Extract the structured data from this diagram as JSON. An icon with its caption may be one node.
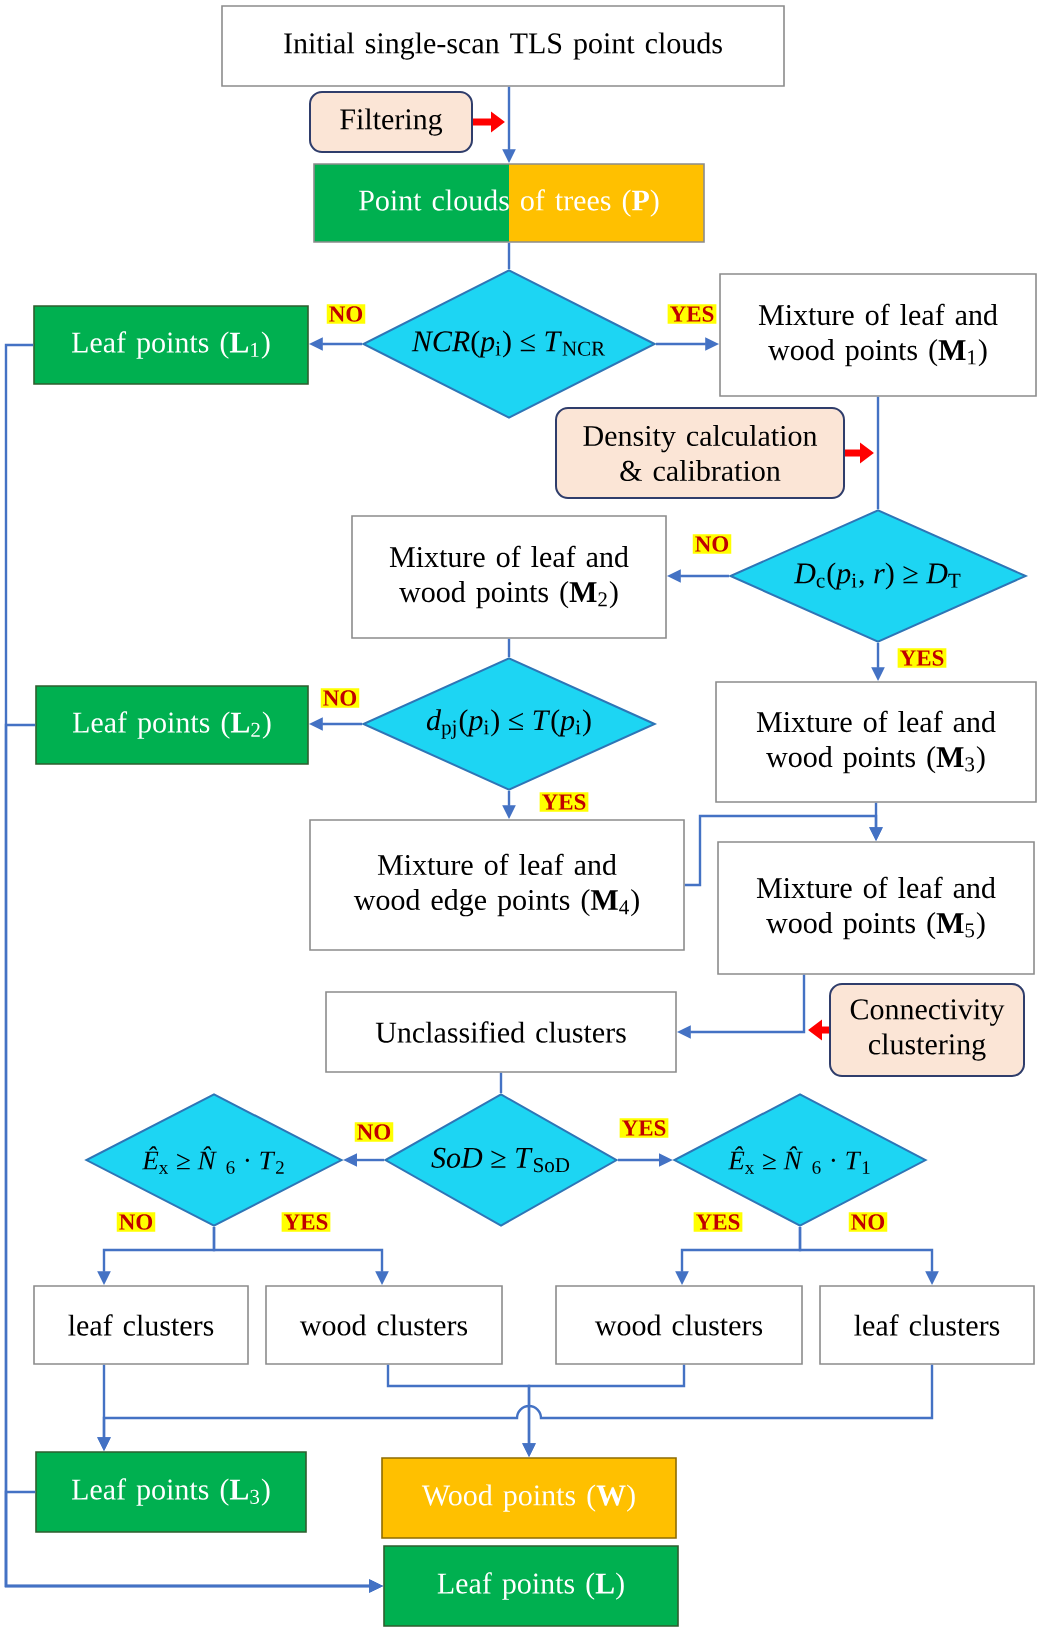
{
  "diagram": {
    "nodes": [
      {
        "text": [
          "Initial single-scan TLS point clouds"
        ]
      },
      {
        "text": [
          "Filtering"
        ]
      },
      {
        "text": [
          "Point clouds of trees (**P**)"
        ]
      },
      {
        "text": [
          "*NCR*(*p*$_{i}$) ≤ *T*$_{NCR}$"
        ]
      },
      {
        "text": [
          "Leaf points (**L**$_{1}$)"
        ]
      },
      {
        "text": [
          "Mixture of leaf and wood points (**M**$_{1}$)"
        ]
      },
      {
        "text": [
          "Density calculation & calibration"
        ]
      },
      {
        "text": [
          "*D*$_{c}$(*p*$_{i}$, *r*) ≥ *D*$_{T}$"
        ]
      },
      {
        "text": [
          "Mixture of leaf and wood points (**M**$_{2}$)"
        ]
      },
      {
        "text": [
          "Leaf points (**L**$_{2}$)"
        ]
      },
      {
        "text": [
          "*d*$_{pj}$(*p*$_{i}$) ≤ *T*(*p*$_{i}$)"
        ]
      },
      {
        "text": [
          "Mixture of leaf and wood points (**M**$_{3}$)"
        ]
      },
      {
        "text": [
          "Mixture of leaf and wood edge points (**M**$_{4}$)"
        ]
      },
      {
        "text": [
          "Mixture of leaf and wood points (**M**$_{5}$)"
        ]
      },
      {
        "text": [
          "Unclassified clusters"
        ]
      },
      {
        "text": [
          "Connectivity clustering"
        ]
      },
      {
        "text": [
          "*SoD* ≥ *T*$_{SoD}$"
        ]
      },
      {
        "text": [
          "*Ê*$_{x}$ ≥ *N̂*$_{6}$ · *T*$_{2}$"
        ]
      },
      {
        "text": [
          "*Ê*$_{x}$ ≥ *N̂*$_{6}$ · *T*$_{1}$"
        ]
      },
      {
        "text": [
          "leaf clusters"
        ]
      },
      {
        "text": [
          "wood clusters"
        ]
      },
      {
        "text": [
          "wood clusters"
        ]
      },
      {
        "text": [
          "leaf clusters"
        ]
      },
      {
        "text": [
          "Leaf points (**L**$_{3}$)"
        ]
      },
      {
        "text": [
          "Wood points (**W**)"
        ]
      },
      {
        "text": [
          "Leaf points (**L**)"
        ]
      }
    ],
    "edges": [
      {
        "from": 0,
        "to": 2,
        "arrow": "to"
      },
      {
        "from": 1,
        "to": null,
        "arrow": "to",
        "style": "thick",
        "color": "#ff0000"
      },
      {
        "from": 2,
        "to": 3,
        "arrow": "none"
      },
      {
        "from": 3,
        "to": 4,
        "arrow": "to",
        "label": "NO"
      },
      {
        "from": 3,
        "to": 5,
        "arrow": "to",
        "label": "YES"
      },
      {
        "from": 5,
        "to": 7,
        "arrow": "none"
      },
      {
        "from": 6,
        "to": null,
        "arrow": "to",
        "style": "thick",
        "color": "#ff0000"
      },
      {
        "from": 7,
        "to": 8,
        "arrow": "to",
        "label": "NO"
      },
      {
        "from": 7,
        "to": 11,
        "arrow": "to",
        "label": "YES"
      },
      {
        "from": 8,
        "to": 10,
        "arrow": "none"
      },
      {
        "from": 10,
        "to": 9,
        "arrow": "to",
        "label": "NO"
      },
      {
        "from": 10,
        "to": 12,
        "arrow": "to",
        "label": "YES"
      },
      {
        "from": 11,
        "to": 13,
        "arrow": "to"
      },
      {
        "from": 12,
        "to": 13,
        "arrow": "to"
      },
      {
        "from": 13,
        "to": 14,
        "arrow": "to"
      },
      {
        "from": 15,
        "to": null,
        "arrow": "to",
        "style": "thick",
        "color": "#ff0000"
      },
      {
        "from": 14,
        "to": 16,
        "arrow": "none"
      },
      {
        "from": 16,
        "to": 17,
        "arrow": "to",
        "label": "NO"
      },
      {
        "from": 16,
        "to": 18,
        "arrow": "to",
        "label": "YES"
      },
      {
        "from": 17,
        "to": 19,
        "arrow": "to",
        "label": "NO"
      },
      {
        "from": 17,
        "to": 20,
        "arrow": "to",
        "label": "YES"
      },
      {
        "from": 18,
        "to": 21,
        "arrow": "to",
        "label": "YES"
      },
      {
        "from": 18,
        "to": 22,
        "arrow": "to",
        "label": "NO"
      },
      {
        "from": 19,
        "to": 23,
        "arrow": "to"
      },
      {
        "from": 22,
        "to": 23,
        "arrow": "to"
      },
      {
        "from": 20,
        "to": 24,
        "arrow": "to"
      },
      {
        "from": 21,
        "to": 24,
        "arrow": "to"
      },
      {
        "from": 4,
        "to": 25,
        "arrow": "to"
      },
      {
        "from": 9,
        "to": 25,
        "arrow": "to"
      },
      {
        "from": 23,
        "to": 25,
        "arrow": "to"
      }
    ]
  }
}
